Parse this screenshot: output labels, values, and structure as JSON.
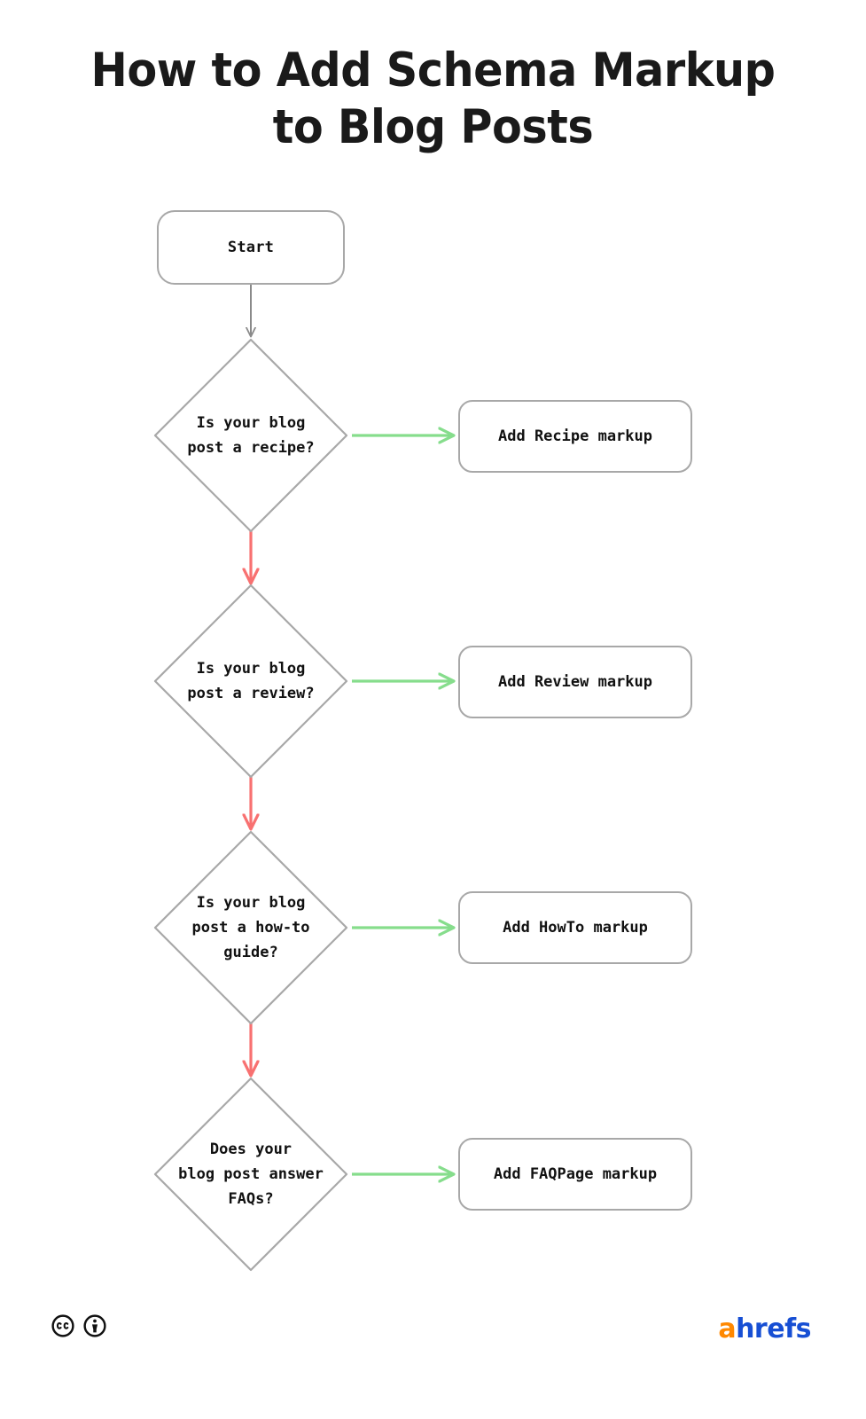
{
  "page": {
    "title": "How to Add Schema Markup\nto Blog Posts",
    "background_color": "#ffffff"
  },
  "colors": {
    "node_border": "#a8a8a8",
    "node_fill": "#ffffff",
    "text": "#111111",
    "yes_arrow": "#86dd8c",
    "no_arrow": "#f87171",
    "start_arrow": "#8a8a8a",
    "logo_accent": "#ff8800",
    "logo_main": "#174fd4"
  },
  "flowchart": {
    "type": "decision-flowchart",
    "start": {
      "label": "Start",
      "shape": "rounded-rectangle"
    },
    "decisions": [
      {
        "id": "recipe",
        "label": "Is your blog\npost a recipe?",
        "shape": "diamond",
        "yes_target": "Add Recipe markup",
        "no_target": "review"
      },
      {
        "id": "review",
        "label": "Is your blog\npost a review?",
        "shape": "diamond",
        "yes_target": "Add Review markup",
        "no_target": "howto"
      },
      {
        "id": "howto",
        "label": "Is your blog\npost a how-to\nguide?",
        "shape": "diamond",
        "yes_target": "Add HowTo markup",
        "no_target": "faq"
      },
      {
        "id": "faq",
        "label": "Does your\nblog post answer\nFAQs?",
        "shape": "diamond",
        "yes_target": "Add FAQPage markup",
        "no_target": null
      }
    ],
    "outcomes": [
      {
        "id": "recipe-out",
        "label": "Add Recipe markup",
        "shape": "rounded-rectangle"
      },
      {
        "id": "review-out",
        "label": "Add Review markup",
        "shape": "rounded-rectangle"
      },
      {
        "id": "howto-out",
        "label": "Add HowTo markup",
        "shape": "rounded-rectangle"
      },
      {
        "id": "faq-out",
        "label": "Add FAQPage markup",
        "shape": "rounded-rectangle"
      }
    ]
  },
  "footer": {
    "license_icons": [
      "creative-commons-icon",
      "attribution-icon"
    ],
    "logo": {
      "accent_letter": "a",
      "rest": "hrefs"
    }
  }
}
